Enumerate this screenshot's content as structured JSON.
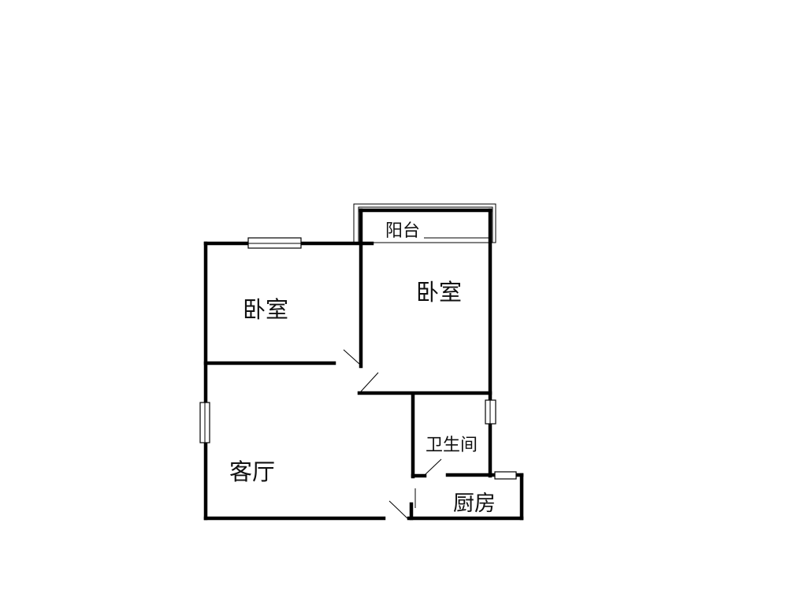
{
  "rooms": {
    "bedroom_left": "卧室",
    "bedroom_right": "卧室",
    "balcony": "阳台",
    "bathroom": "卫生间",
    "living_room": "客厅",
    "kitchen": "厨房"
  }
}
